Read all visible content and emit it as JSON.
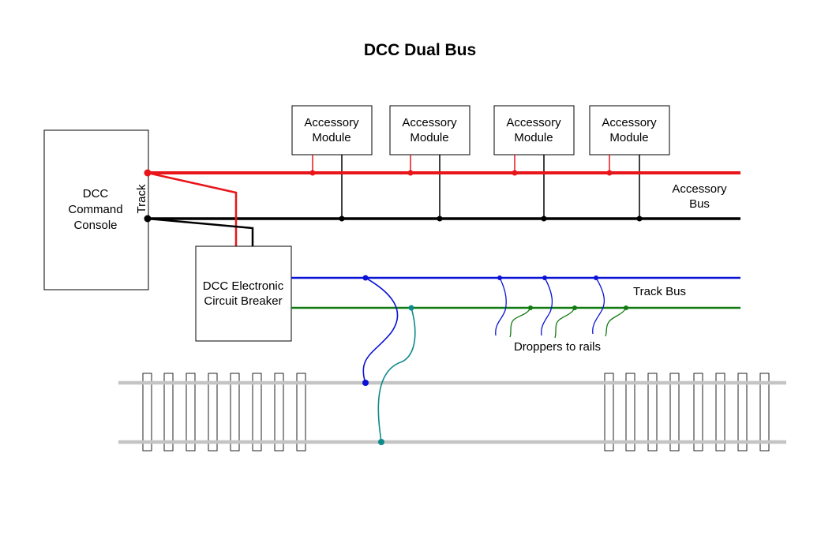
{
  "title": "DCC Dual Bus",
  "colors": {
    "accessory_positive": "#e8151b",
    "accessory_common": "#000000",
    "track_bus_a": "#0b12d6",
    "track_bus_b": "#117a11",
    "dropper_teal": "#0e8a8a",
    "rail": "#c4c4c4"
  },
  "console": {
    "line1": "DCC",
    "line2": "Command",
    "line3": "Console",
    "track_label": "Track"
  },
  "breaker": {
    "line1": "DCC Electronic",
    "line2": "Circuit Breaker"
  },
  "accessory_modules": [
    {
      "line1": "Accessory",
      "line2": "Module"
    },
    {
      "line1": "Accessory",
      "line2": "Module"
    },
    {
      "line1": "Accessory",
      "line2": "Module"
    },
    {
      "line1": "Accessory",
      "line2": "Module"
    }
  ],
  "labels": {
    "accessory_bus_1": "Accessory",
    "accessory_bus_2": "Bus",
    "track_bus": "Track Bus",
    "droppers": "Droppers to rails"
  }
}
